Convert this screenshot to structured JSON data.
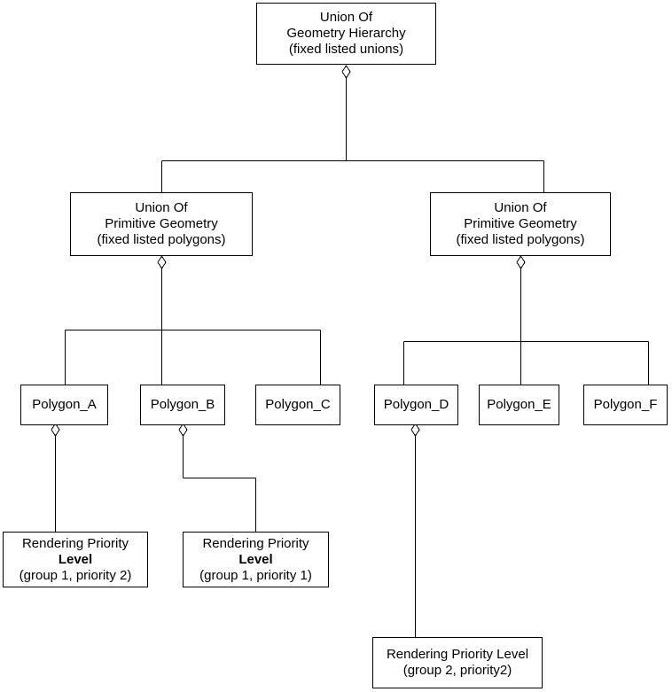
{
  "colors": {
    "background": "#ffffff",
    "line": "#000000",
    "text": "#000000"
  },
  "nodes": {
    "root": {
      "lines": [
        "Union Of",
        "Geometry Hierarchy",
        "(fixed listed unions)"
      ]
    },
    "union_left": {
      "lines": [
        "Union Of",
        "Primitive Geometry",
        "(fixed listed polygons)"
      ]
    },
    "union_right": {
      "lines": [
        "Union Of",
        "Primitive Geometry",
        "(fixed listed polygons)"
      ]
    },
    "polygon_a": {
      "label": "Polygon_A"
    },
    "polygon_b": {
      "label": "Polygon_B"
    },
    "polygon_c": {
      "label": "Polygon_C"
    },
    "polygon_d": {
      "label": "Polygon_D"
    },
    "polygon_e": {
      "label": "Polygon_E"
    },
    "polygon_f": {
      "label": "Polygon_F"
    },
    "priority_a": {
      "lines": [
        "Rendering Priority",
        "Level",
        "(group 1, priority 2)"
      ],
      "bold_line": "Level"
    },
    "priority_b": {
      "lines": [
        "Rendering Priority",
        "Level",
        "(group 1, priority 1)"
      ],
      "bold_line": "Level"
    },
    "priority_d": {
      "lines": [
        "Rendering Priority Level",
        "(group 2, priority2)"
      ]
    }
  },
  "edges": [
    {
      "from": "root",
      "to": "union_left",
      "type": "aggregation"
    },
    {
      "from": "root",
      "to": "union_right",
      "type": "aggregation"
    },
    {
      "from": "union_left",
      "to": "polygon_a",
      "type": "aggregation"
    },
    {
      "from": "union_left",
      "to": "polygon_b",
      "type": "aggregation"
    },
    {
      "from": "union_left",
      "to": "polygon_c",
      "type": "aggregation"
    },
    {
      "from": "union_right",
      "to": "polygon_d",
      "type": "aggregation"
    },
    {
      "from": "union_right",
      "to": "polygon_e",
      "type": "aggregation"
    },
    {
      "from": "union_right",
      "to": "polygon_f",
      "type": "aggregation"
    },
    {
      "from": "polygon_a",
      "to": "priority_a",
      "type": "aggregation"
    },
    {
      "from": "polygon_b",
      "to": "priority_b",
      "type": "aggregation"
    },
    {
      "from": "polygon_d",
      "to": "priority_d",
      "type": "aggregation"
    }
  ]
}
